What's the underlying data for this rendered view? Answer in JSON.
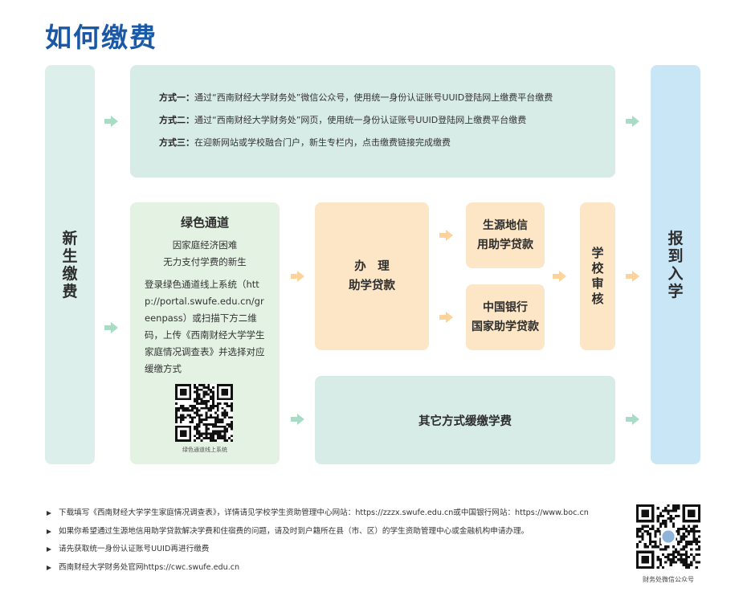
{
  "title": "如何缴费",
  "left_column": {
    "text": "新生缴费"
  },
  "right_column": {
    "text": "报到入学"
  },
  "methods": [
    {
      "label": "方式一：",
      "text": "通过“西南财经大学财务处”微信公众号，使用统一身份认证账号UUID登陆网上缴费平台缴费"
    },
    {
      "label": "方式二：",
      "text": "通过“西南财经大学财务处”网页，使用统一身份认证账号UUID登陆网上缴费平台缴费"
    },
    {
      "label": "方式三：",
      "text": "在迎新网站或学校融合门户，新生专栏内，点击缴费链接完成缴费"
    }
  ],
  "green_channel": {
    "title": "绿色通道",
    "subtitle_1": "因家庭经济困难",
    "subtitle_2": "无力支付学费的新生",
    "description": "登录绿色通道线上系统（http://portal.swufe.edu.cn/greenpass）或扫描下方二维码，上传《西南财经大学学生家庭情况调查表》并选择对应缓缴方式",
    "qr_caption": "绿色通道线上系统"
  },
  "loan_box": {
    "line1": "办　理",
    "line2": "助学贷款"
  },
  "loan_option_1": {
    "line1": "生源地信",
    "line2": "用助学贷款"
  },
  "loan_option_2": {
    "line1": "中国银行",
    "line2": "国家助学贷款"
  },
  "school_review": {
    "text": "学校审核"
  },
  "other_deferral": {
    "text": "其它方式缓缴学费"
  },
  "notes": [
    "下载填写《西南财经大学学生家庭情况调查表》，详情请见学校学生资助管理中心网站：https://zzzx.swufe.edu.cn或中国银行网站：https://www.boc.cn",
    "如果你希望通过生源地信用助学贷款解决学费和住宿费的问题，请及时到户籍所在县（市、区）的学生资助管理中心或金融机构申请办理。",
    "请先获取统一身份认证账号UUID再进行缴费",
    "西南财经大学财务处官网https://cwc.swufe.edu.cn"
  ],
  "wechat_qr": {
    "caption": "财务处微信公众号"
  },
  "colors": {
    "title_blue": "#1a58a8",
    "column_left": "#dcefea",
    "column_right": "#c9e6f7",
    "methods_bg": "#d8ece7",
    "green_bg": "#e3f2e3",
    "peach_bg": "#fce6c5",
    "arrow_green": "#a9dcc5",
    "arrow_peach": "#fcd39a"
  }
}
